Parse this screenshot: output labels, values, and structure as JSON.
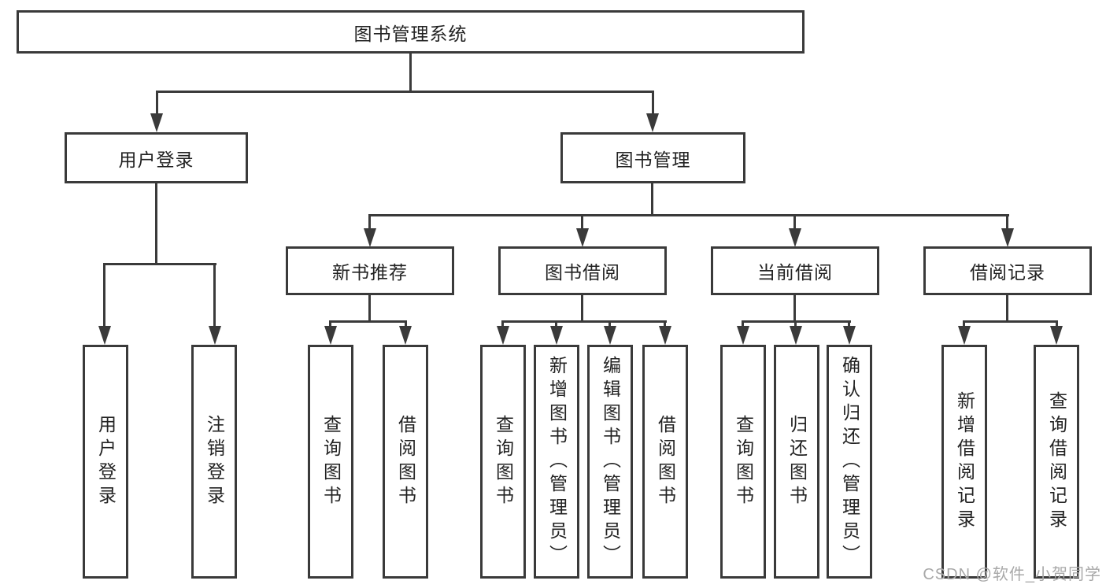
{
  "diagram": {
    "title": "图书管理系统",
    "root": {
      "label": "图书管理系统"
    },
    "level2": [
      {
        "label": "用户登录"
      },
      {
        "label": "图书管理"
      }
    ],
    "level3": [
      {
        "label": "新书推荐"
      },
      {
        "label": "图书借阅"
      },
      {
        "label": "当前借阅"
      },
      {
        "label": "借阅记录"
      }
    ],
    "leaves": {
      "user_login": [
        "用户登录",
        "注销登录"
      ],
      "new_books": [
        "查询图书",
        "借阅图书"
      ],
      "book_borrow": [
        "查询图书",
        "新增图书（管理员）",
        "编辑图书（管理员）",
        "借阅图书"
      ],
      "current_borrow": [
        "查询图书",
        "归还图书",
        "确认归还（管理员）"
      ],
      "borrow_records": [
        "新增借阅记录",
        "查询借阅记录"
      ]
    }
  },
  "watermark": {
    "text": "CSDN @软件_小贺同学"
  },
  "colors": {
    "line": "#3a3a3a",
    "text": "#222222",
    "watermark": "#a8a8a8"
  }
}
